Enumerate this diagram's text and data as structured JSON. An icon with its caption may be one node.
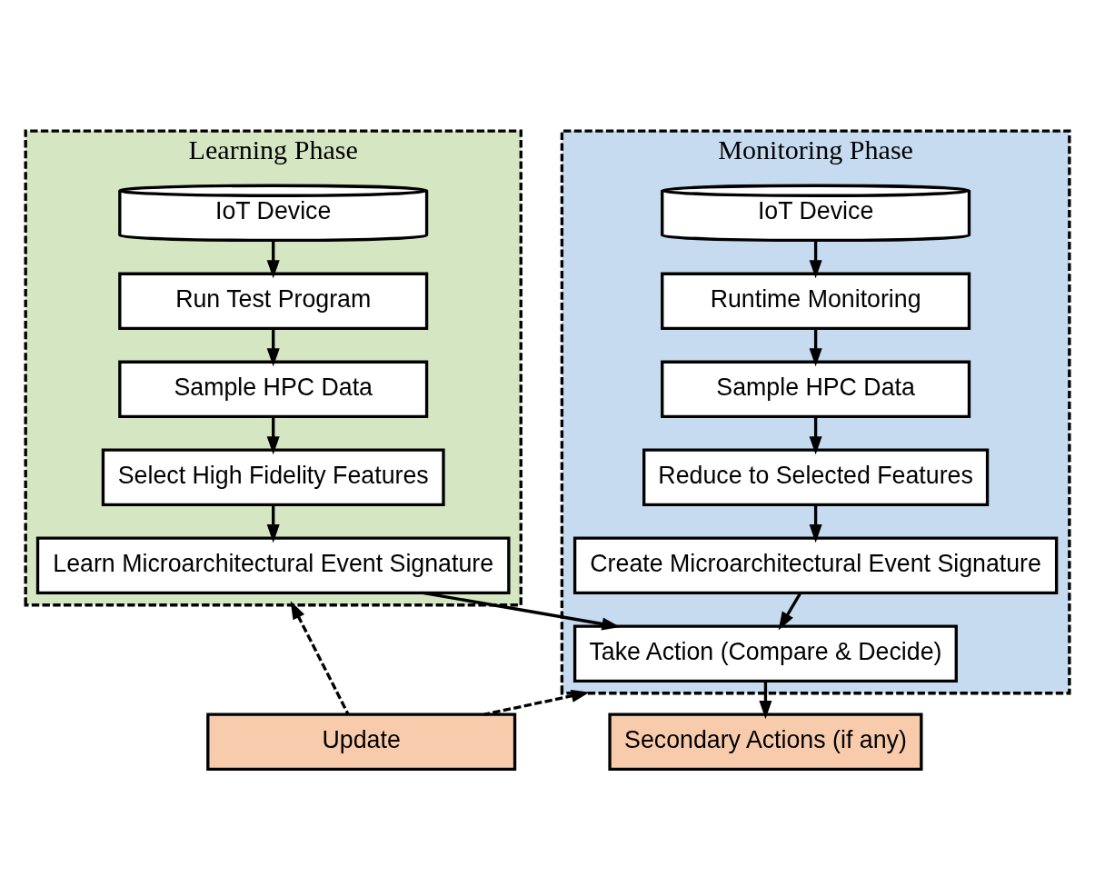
{
  "diagram": {
    "nodes": [
      {
        "text": [
          "Learning Phase"
        ]
      },
      {
        "text": [
          "IoT Device"
        ],
        "in": 0
      },
      {
        "text": [
          "Run Test Program"
        ],
        "in": 0
      },
      {
        "text": [
          "Sample HPC Data"
        ],
        "in": 0
      },
      {
        "text": [
          "Select High Fidelity Features"
        ],
        "in": 0
      },
      {
        "text": [
          "Learn Microarchitectural Event Signature"
        ],
        "in": 0
      },
      {
        "text": [
          "Monitoring Phase"
        ]
      },
      {
        "text": [
          "IoT Device"
        ],
        "in": 6
      },
      {
        "text": [
          "Runtime Monitoring"
        ],
        "in": 6
      },
      {
        "text": [
          "Sample HPC Data"
        ],
        "in": 6
      },
      {
        "text": [
          "Reduce to Selected Features"
        ],
        "in": 6
      },
      {
        "text": [
          "Create Microarchitectural Event Signature"
        ],
        "in": 6
      },
      {
        "text": [
          "Take Action (Compare & Decide)"
        ],
        "in": 6
      },
      {
        "text": [
          "Secondary Actions (if any)"
        ]
      },
      {
        "text": [
          "Update"
        ]
      }
    ],
    "edges": [
      {
        "from": 1,
        "to": 2,
        "arrow": "to"
      },
      {
        "from": 2,
        "to": 3,
        "arrow": "to"
      },
      {
        "from": 3,
        "to": 4,
        "arrow": "to"
      },
      {
        "from": 4,
        "to": 5,
        "arrow": "to"
      },
      {
        "from": 5,
        "to": 12,
        "arrow": "to"
      },
      {
        "from": 7,
        "to": 8,
        "arrow": "to"
      },
      {
        "from": 8,
        "to": 9,
        "arrow": "to"
      },
      {
        "from": 9,
        "to": 10,
        "arrow": "to"
      },
      {
        "from": 10,
        "to": 11,
        "arrow": "to"
      },
      {
        "from": 11,
        "to": 12,
        "arrow": "to"
      },
      {
        "from": 12,
        "to": 13,
        "arrow": "to"
      },
      {
        "from": 14,
        "to": 0,
        "arrow": "to",
        "style": "dashed"
      },
      {
        "from": 14,
        "to": 6,
        "arrow": "to",
        "style": "dashed"
      }
    ]
  }
}
